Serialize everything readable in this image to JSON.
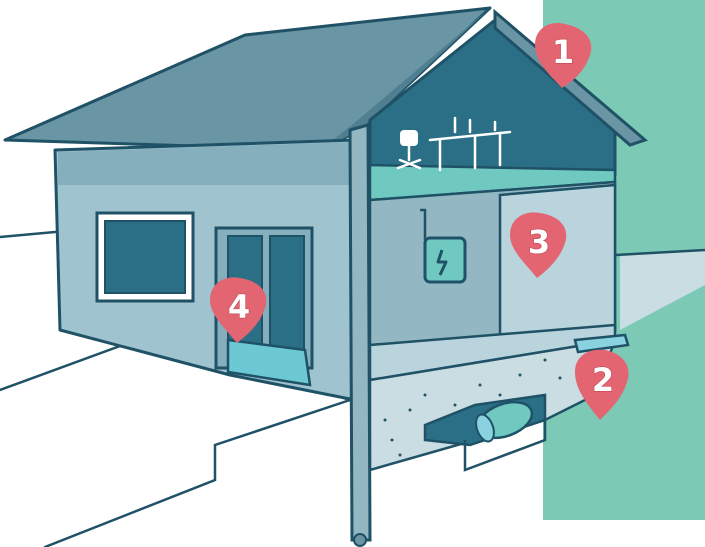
{
  "markers": [
    {
      "label": "1"
    },
    {
      "label": "2"
    },
    {
      "label": "3"
    },
    {
      "label": "4"
    }
  ],
  "colors": {
    "roof": "#6a95a5",
    "roof_shadow": "#4f7f90",
    "outline": "#1f5266",
    "wall": "#9fc3cf",
    "wall_dark": "#85afbd",
    "attic": "#2a6f86",
    "floor_teal": "#6fc9c1",
    "interior": "#93b7c3",
    "ground_floor": "#b9d4dc",
    "basement": "#c9dde2",
    "door_step": "#6cc8d2",
    "accent_green": "#7ccab5",
    "marker": "#e26571",
    "marker_stroke": "#c04b55",
    "pipe": "#8ad2e0"
  }
}
